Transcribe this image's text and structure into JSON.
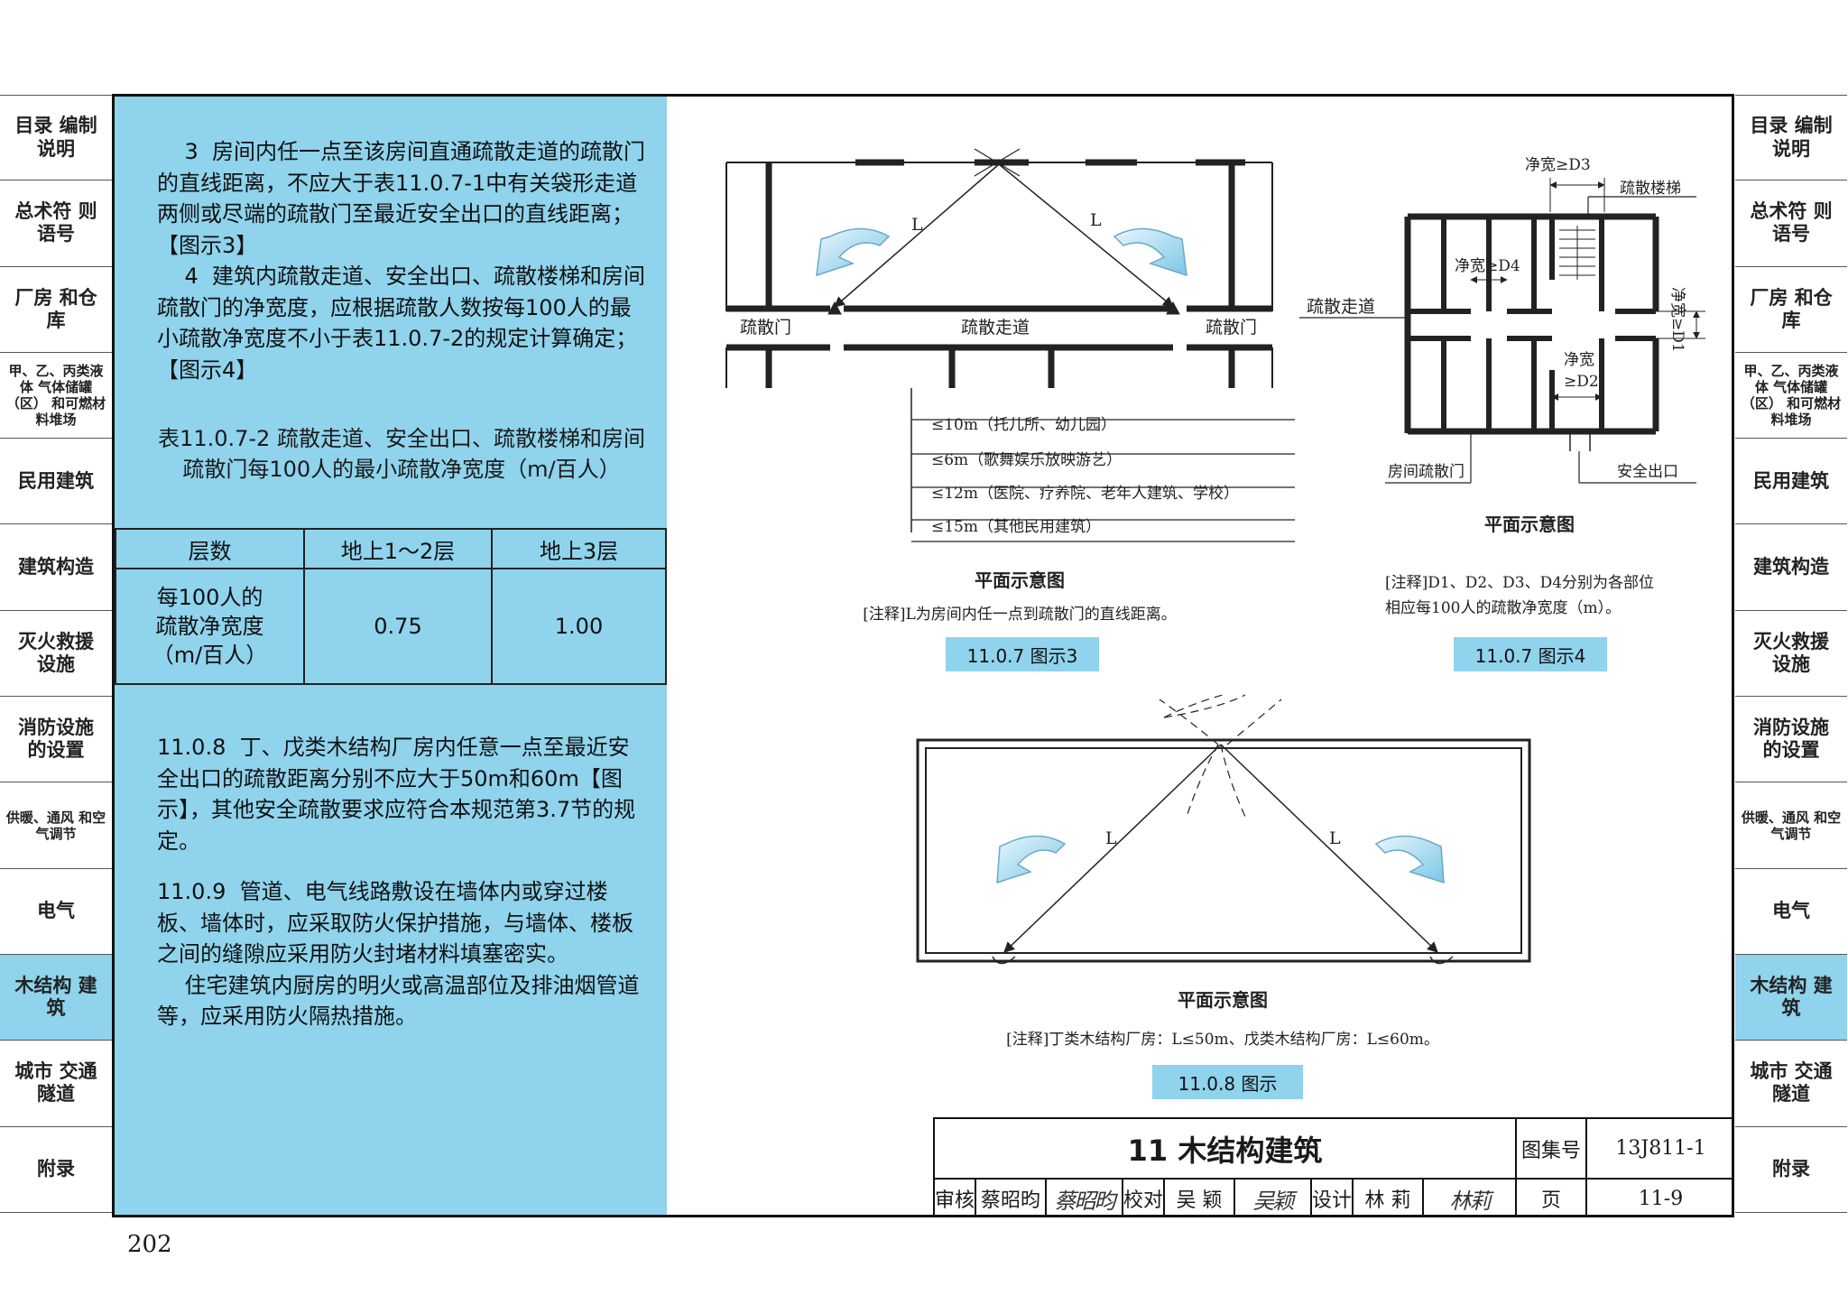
{
  "nav_tabs": [
    {
      "label": "目录 编制说明"
    },
    {
      "label": "总术符 则语号"
    },
    {
      "label": "厂房 和仓库"
    },
    {
      "label": "甲、乙、丙类液体 气体储罐（区） 和可燃材料堆场"
    },
    {
      "label": "民用建筑"
    },
    {
      "label": "建筑构造"
    },
    {
      "label": "灭火救援 设施"
    },
    {
      "label": "消防设施 的设置"
    },
    {
      "label": "供暖、通风 和空气调节"
    },
    {
      "label": "电气"
    },
    {
      "label": "木结构 建筑"
    },
    {
      "label": "城市 交通隧道"
    },
    {
      "label": "附录"
    }
  ],
  "text": {
    "para_3_4": "    3  房间内任一点至该房间直通疏散走道的疏散门的直线距离，不应大于表11.0.7-1中有关袋形走道两侧或尽端的疏散门至最近安全出口的直线距离；【图示3】\n    4  建筑内疏散走道、安全出口、疏散楼梯和房间疏散门的净宽度，应根据疏散人数按每100人的最小疏散净宽度不小于表11.0.7-2的规定计算确定；【图示4】",
    "table_caption": "表11.0.7-2    疏散走道、安全出口、疏散楼梯和房间疏散门每100人的最小疏散净宽度（m/百人）",
    "para_11_0_8": "11.0.8  丁、戊类木结构厂房内任意一点至最近安全出口的疏散距离分别不应大于50m和60m【图示】，其他安全疏散要求应符合本规范第3.7节的规定。",
    "para_11_0_9": "11.0.9  管道、电气线路敷设在墙体内或穿过楼板、墙体时，应采取防火保护措施，与墙体、楼板之间的缝隙应采用防火封堵材料填塞密实。\n    住宅建筑内厨房的明火或高温部位及排油烟管道等，应采用防火隔热措施。"
  },
  "table": {
    "headers": [
      "层数",
      "地上1～2层",
      "地上3层"
    ],
    "row_label": "每100人的\n疏散净宽度\n（m/百人）",
    "values": [
      "0.75",
      "1.00"
    ]
  },
  "fig3": {
    "door_left": "疏散门",
    "corridor": "疏散走道",
    "door_right": "疏散门",
    "dist_label": "L",
    "limits": [
      "≤10m（托儿所、幼儿园）",
      "≤6m（歌舞娱乐放映游艺）",
      "≤12m（医院、疗养院、老年人建筑、学校）",
      "≤15m（其他民用建筑）"
    ],
    "caption": "平面示意图",
    "note": "[注释]L为房间内任一点到疏散门的直线距离。",
    "badge": "11.0.7 图示3"
  },
  "fig4": {
    "w_d3": "净宽≥D3",
    "stair": "疏散楼梯",
    "w_d4": "净宽≥D4",
    "corridor": "疏散走道",
    "w_d1": "净宽≥D1",
    "w_d2_a": "净宽",
    "w_d2_b": "≥D2",
    "room_door": "房间疏散门",
    "exit": "安全出口",
    "caption": "平面示意图",
    "note_1": "[注释]D1、D2、D3、D4分别为各部位",
    "note_2": "相应每100人的疏散净宽度（m）。",
    "badge": "11.0.7 图示4"
  },
  "fig8": {
    "dist_label": "L",
    "caption": "平面示意图",
    "note": "[注释]丁类木结构厂房：L≤50m、戊类木结构厂房：L≤60m。",
    "badge": "11.0.8 图示"
  },
  "title_block": {
    "title": "11 木结构建筑",
    "atlas_label": "图集号",
    "atlas_no": "13J811-1",
    "review_label": "审核",
    "reviewer": "蔡昭昀",
    "reviewer_sig": "蔡昭昀",
    "check_label": "校对",
    "checker": "吴 颖",
    "checker_sig": "吴颖",
    "design_label": "设计",
    "designer": "林 莉",
    "designer_sig": "林莉",
    "page_label": "页",
    "page_no": "11-9"
  },
  "page_number": "202",
  "colors": {
    "accent": "#8fd3ec",
    "line": "#222222"
  }
}
